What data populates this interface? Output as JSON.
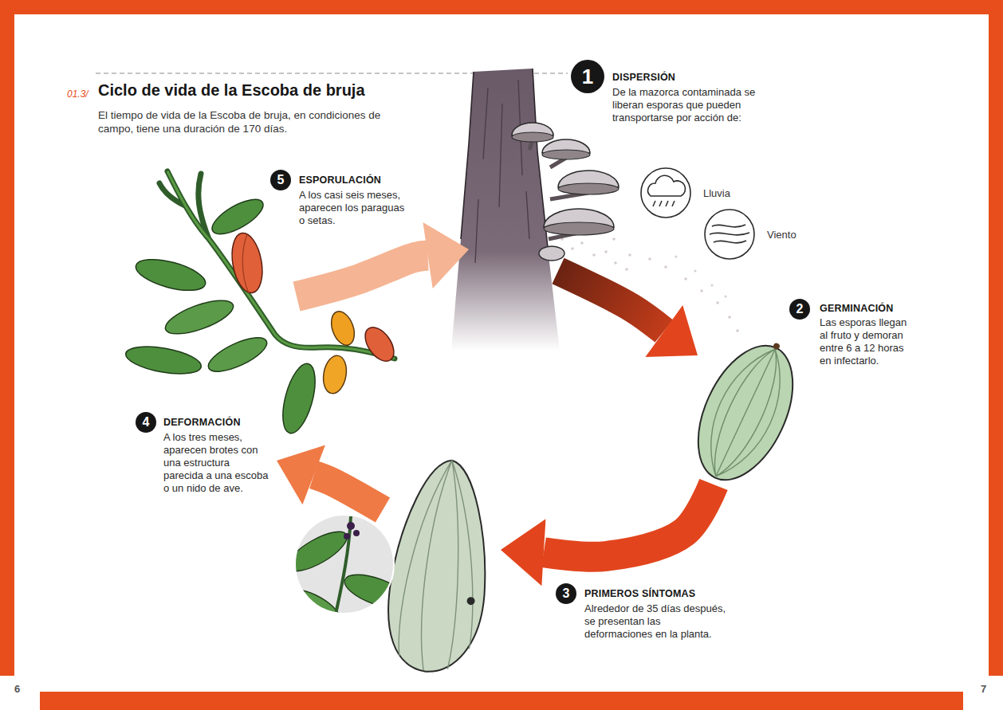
{
  "diagram": {
    "title": "Ciclo de vida de la Escoba de bruja",
    "caption": "El tiempo de vida de la Escoba de bruja, en condiciones de campo, tiene una duración de 170 días.",
    "nodes": [
      {
        "text": [
          "1",
          "DISPERSIÓN",
          "De la mazorca contaminada se liberan esporas que pueden transportarse por acción de:"
        ]
      },
      {
        "text": [
          "2",
          "GERMINACIÓN",
          "Las esporas llegan al fruto y demoran entre 6 a 12 horas en infectarlo."
        ]
      },
      {
        "text": [
          "3",
          "PRIMEROS SÍNTOMAS",
          "Alrededor de 35 días después, se presentan las deformaciones en la planta."
        ]
      },
      {
        "text": [
          "4",
          "DEFORMACIÓN",
          "A los tres meses, aparecen brotes con una estructura parecida a una escoba o un nido de ave."
        ]
      },
      {
        "text": [
          "5",
          "ESPORULACIÓN",
          "A los casi seis meses, aparecen los paraguas o setas."
        ]
      }
    ],
    "edges": [
      {
        "from": 0,
        "to": 1,
        "arrow": "to"
      },
      {
        "from": 1,
        "to": 2,
        "arrow": "to"
      },
      {
        "from": 2,
        "to": 3,
        "arrow": "to"
      },
      {
        "from": 4,
        "to": 0,
        "arrow": "to"
      }
    ],
    "labels": [
      "01.3/",
      "Lluvia",
      "Viento",
      "6",
      "7"
    ]
  }
}
